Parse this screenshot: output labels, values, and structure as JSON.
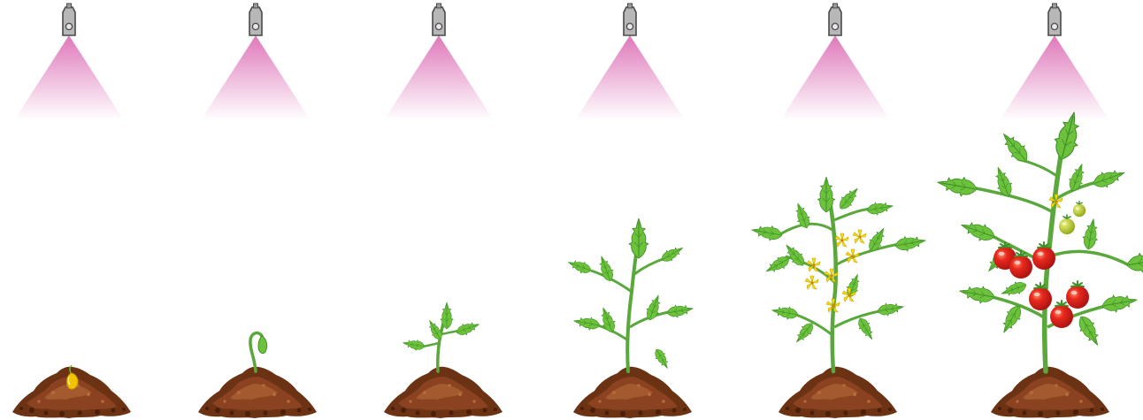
{
  "scene": {
    "stages": [
      {
        "id": "seed"
      },
      {
        "id": "sprout"
      },
      {
        "id": "seedling"
      },
      {
        "id": "young-plant"
      },
      {
        "id": "flowering-plant"
      },
      {
        "id": "fruiting-plant"
      }
    ],
    "colors": {
      "lamp_body": "#b7b7b7",
      "lamp_outline": "#4a4a4a",
      "light_beam": "#e07fbe",
      "soil_dark": "#5a2a10",
      "soil_mid": "#7a3a18",
      "soil_light": "#9a5a30",
      "stem": "#5aa83c",
      "leaf": "#6cc23a",
      "leaf_dark": "#3f8f2a",
      "flower": "#f5e000",
      "tomato_ripe": "#e0261a",
      "tomato_unripe": "#b8c81e",
      "seed": "#f2c300"
    },
    "icons": [
      "grow-lamp-icon",
      "light-beam-icon",
      "soil-mound-icon",
      "seed-icon",
      "leaf-icon",
      "flower-icon",
      "tomato-icon"
    ]
  }
}
